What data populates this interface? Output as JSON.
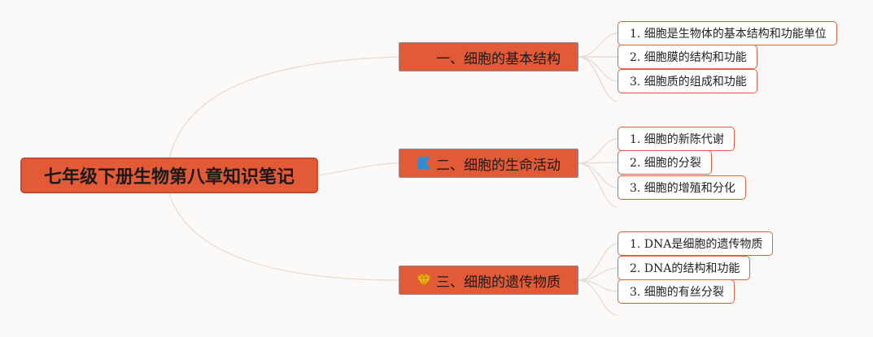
{
  "root": {
    "label": "七年级下册生物第八章知识笔记"
  },
  "topics": [
    {
      "label": "一、细胞的基本结构",
      "icon": "none",
      "subtopics": [
        "1. 细胞是生物体的基本结构和功能单位",
        "2. 细胞膜的结构和功能",
        "3. 细胞质的组成和功能"
      ]
    },
    {
      "label": "二、细胞的生命活动",
      "icon": "flag-icon",
      "icon_color": "#2a8fd6",
      "subtopics": [
        "1. 细胞的新陈代谢",
        "2. 细胞的分裂",
        "3. 细胞的增殖和分化"
      ]
    },
    {
      "label": "三、细胞的遗传物质",
      "icon": "diamond-icon",
      "icon_color": "#f4b81c",
      "subtopics": [
        "1. DNA是细胞的遗传物质",
        "2. DNA的结构和功能",
        "3. 细胞的有丝分裂"
      ]
    }
  ],
  "colors": {
    "node_fill": "#e35a36",
    "subtopic_border": "#e2603f",
    "connector": "#e7d9cc",
    "background": "#fbfaf8"
  }
}
